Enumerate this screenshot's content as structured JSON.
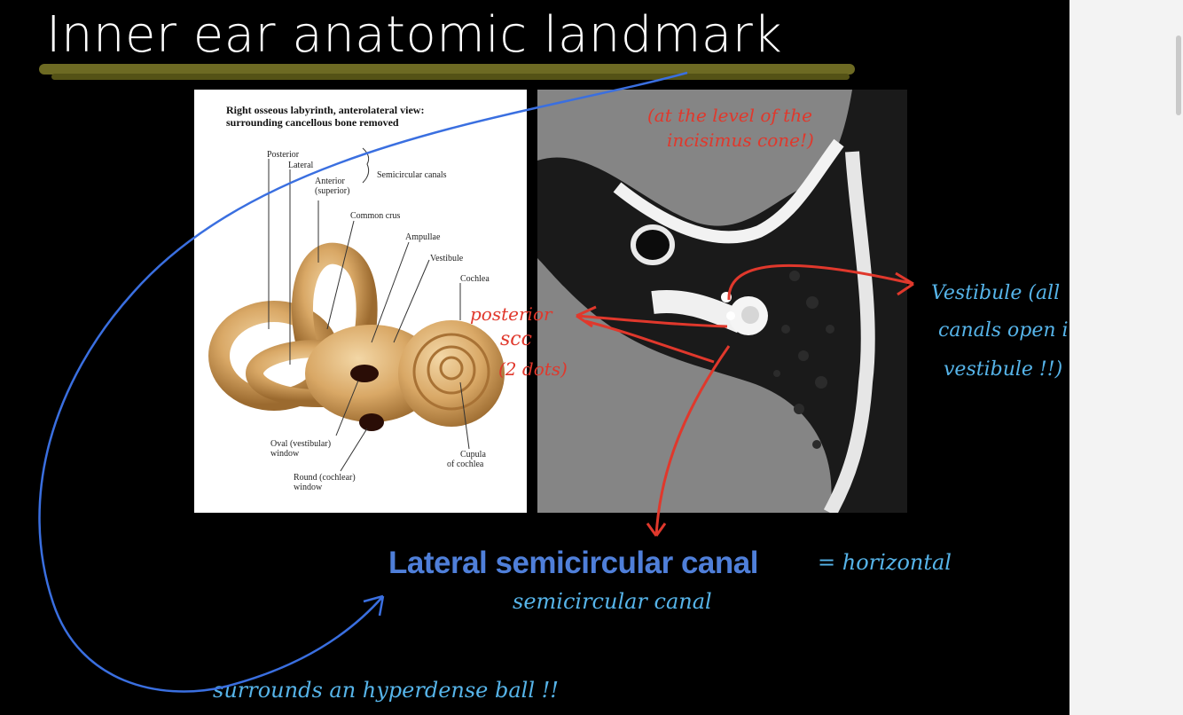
{
  "slide": {
    "title": "Inner ear anatomic landmark",
    "caption": "Lateral semicircular canal"
  },
  "illustration": {
    "caption_line1": "Right osseous labyrinth, anterolateral view:",
    "caption_line2": "surrounding cancellous bone removed",
    "labels": {
      "posterior": "Posterior",
      "lateral": "Lateral",
      "anterior": "Anterior",
      "superior": "(superior)",
      "semicircular_canals": "Semicircular canals",
      "common_crus": "Common crus",
      "ampullae": "Ampullae",
      "vestibule": "Vestibule",
      "cochlea": "Cochlea",
      "oval_window_1": "Oval (vestibular)",
      "oval_window_2": "window",
      "round_window_1": "Round (cochlear)",
      "round_window_2": "window",
      "cupula_1": "Cupula",
      "cupula_2": "of cochlea"
    }
  },
  "annotations": {
    "ct_note_1": "(at the level of the",
    "ct_note_2": "incisimus cone!)",
    "posterior_1": "posterior",
    "posterior_2": "scc",
    "posterior_3": "(2 dots)",
    "vestibule_1": "Vestibule (all",
    "vestibule_2": "canals open in the",
    "vestibule_3": "vestibule !!)",
    "horizontal_1": "= horizontal",
    "horizontal_2": "semicircular canal",
    "surrounds": "surrounds an hyperdense ball !!"
  },
  "colors": {
    "blue_ink": "#56b4e9",
    "red_ink": "#e0382c",
    "caption_blue": "#4f7fd9",
    "title_underline": "#6d6a23"
  }
}
